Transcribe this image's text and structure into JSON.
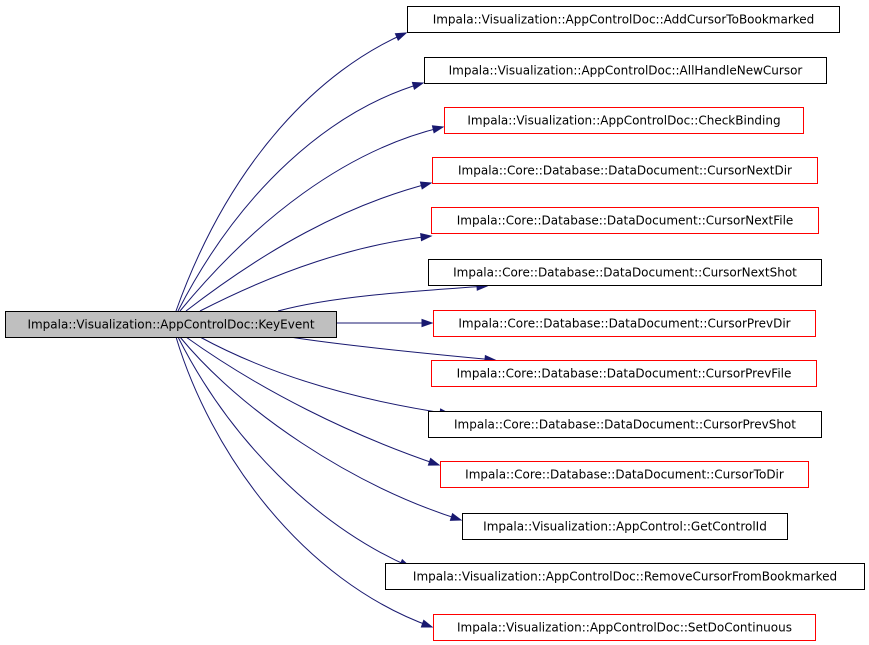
{
  "diagram": {
    "source": {
      "label": "Impala::Visualization::AppControlDoc::KeyEvent",
      "fill": "#bfbfbf",
      "border": "#000000"
    },
    "edge_color": "#191970",
    "targets": [
      {
        "label": "Impala::Visualization::AppControlDoc::AddCursorToBookmarked",
        "border": "#000000"
      },
      {
        "label": "Impala::Visualization::AppControlDoc::AllHandleNewCursor",
        "border": "#000000"
      },
      {
        "label": "Impala::Visualization::AppControlDoc::CheckBinding",
        "border": "#ff0000"
      },
      {
        "label": "Impala::Core::Database::DataDocument::CursorNextDir",
        "border": "#ff0000"
      },
      {
        "label": "Impala::Core::Database::DataDocument::CursorNextFile",
        "border": "#ff0000"
      },
      {
        "label": "Impala::Core::Database::DataDocument::CursorNextShot",
        "border": "#000000"
      },
      {
        "label": "Impala::Core::Database::DataDocument::CursorPrevDir",
        "border": "#ff0000"
      },
      {
        "label": "Impala::Core::Database::DataDocument::CursorPrevFile",
        "border": "#ff0000"
      },
      {
        "label": "Impala::Core::Database::DataDocument::CursorPrevShot",
        "border": "#000000"
      },
      {
        "label": "Impala::Core::Database::DataDocument::CursorToDir",
        "border": "#ff0000"
      },
      {
        "label": "Impala::Visualization::AppControl::GetControlId",
        "border": "#000000"
      },
      {
        "label": "Impala::Visualization::AppControlDoc::RemoveCursorFromBookmarked",
        "border": "#000000"
      },
      {
        "label": "Impala::Visualization::AppControlDoc::SetDoContinuous",
        "border": "#ff0000"
      }
    ]
  }
}
